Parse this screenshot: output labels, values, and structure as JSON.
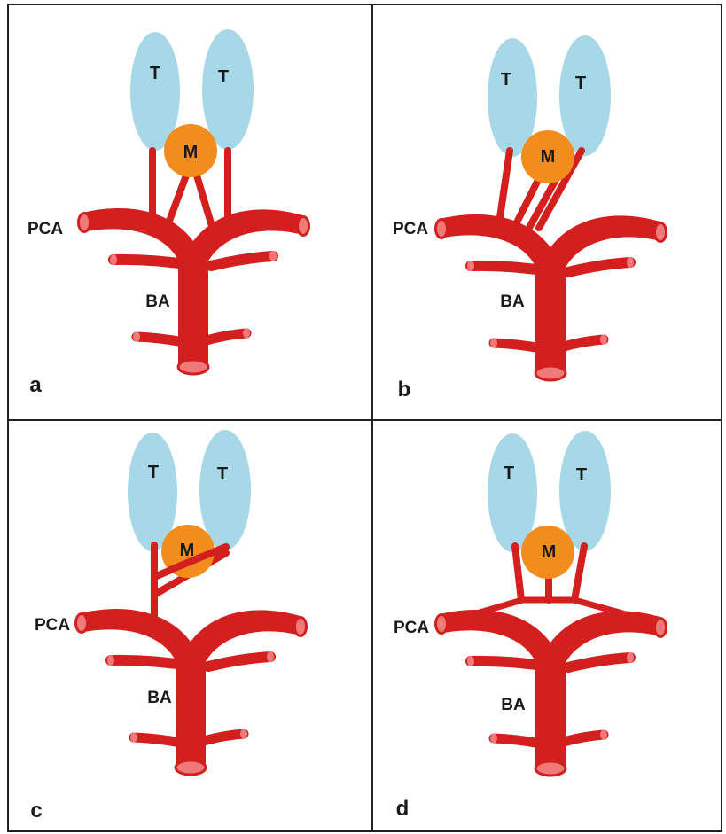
{
  "labels": {
    "thalamus": "T",
    "mesencephalon": "M",
    "pca": "PCA",
    "ba": "BA"
  },
  "panels": [
    {
      "id": "a",
      "label": "a",
      "pattern": "separate-branches"
    },
    {
      "id": "b",
      "label": "b",
      "pattern": "common-trunk-from-one-pca"
    },
    {
      "id": "c",
      "label": "c",
      "pattern": "single-trunk-with-side-branches"
    },
    {
      "id": "d",
      "label": "d",
      "pattern": "arcade-bridging-both-pcas"
    }
  ],
  "colors": {
    "artery": "#d41f1f",
    "artery_dark": "#a81717",
    "artery_lumen": "#f07a7a",
    "thalamus": "#a6d8e8",
    "mesencephalon": "#f28c1c",
    "border": "#222222",
    "text": "#1a1a1a"
  }
}
